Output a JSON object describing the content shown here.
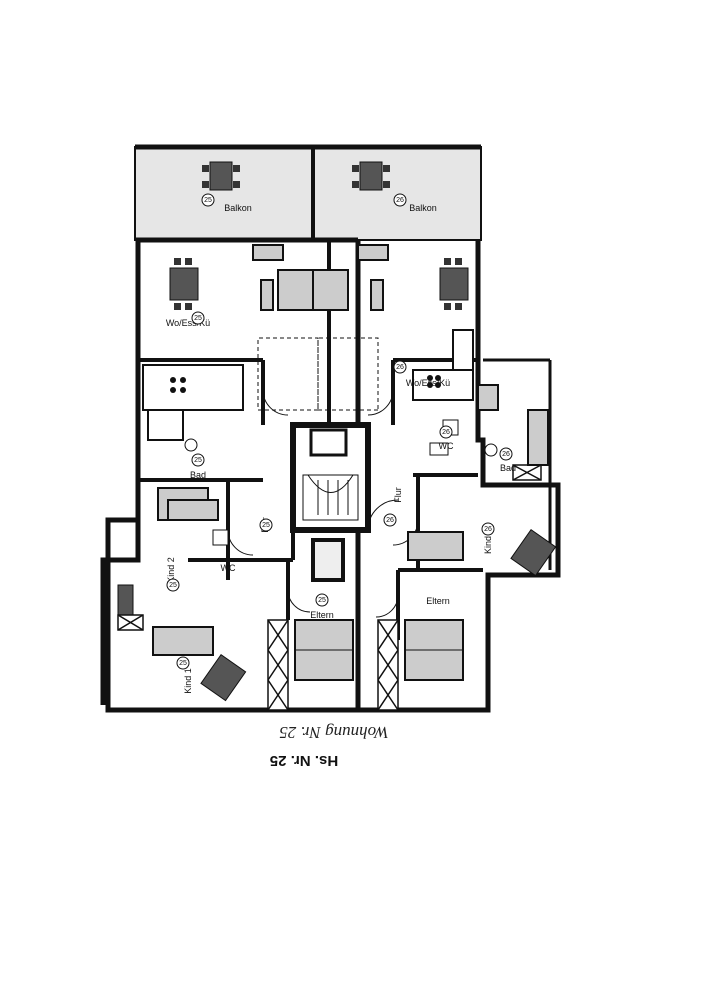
{
  "labels": {
    "balkon_25": "Balkon",
    "balkon_26": "Balkon",
    "wohnessku_25": "Wo/Ess/Kü",
    "wohnessku_26": "Wo/Ess/Kü",
    "bad_25": "Bad",
    "bad_26": "Bad",
    "wc_25": "WC",
    "wc_26": "WC",
    "flur_25": "Flur",
    "flur_26": "Flur",
    "kind2_25": "Kind 2",
    "kind1_25": "Kind 1",
    "eltern_25": "Eltern",
    "eltern_26": "Eltern",
    "kind_26": "Kind"
  },
  "unit_numbers": {
    "unit_25": "25",
    "unit_26": "26"
  },
  "captions": {
    "wohnung": "Wohnung Nr. 25",
    "haus": "Hs. Nr. 25"
  }
}
